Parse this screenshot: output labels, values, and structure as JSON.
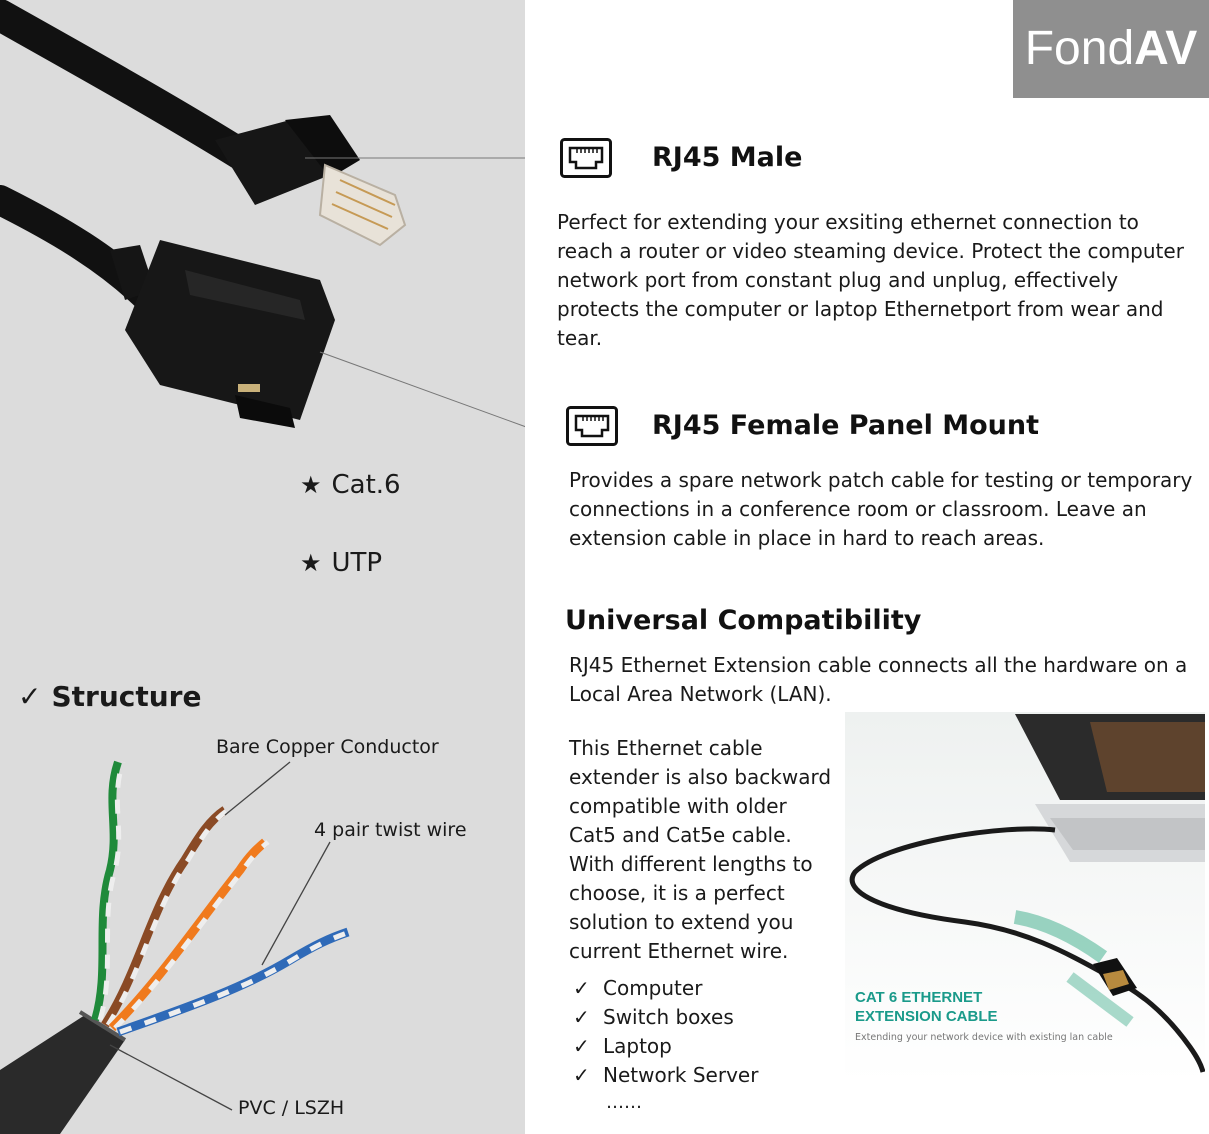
{
  "brand": {
    "part1": "Fond",
    "part2": "AV",
    "bg_color": "#8f8f8f"
  },
  "left_bg_color": "#dcdcdc",
  "specs": [
    {
      "icon": "star-icon",
      "label": "Cat.6"
    },
    {
      "icon": "star-icon",
      "label": "UTP"
    }
  ],
  "structure": {
    "check": "✓",
    "title": "Structure",
    "labels": {
      "conductor": "Bare Copper Conductor",
      "twist": "4 pair twist wire",
      "jacket": "PVC / LSZH"
    }
  },
  "sections": {
    "male": {
      "icon": "ethernet-port-icon",
      "title": "RJ45 Male",
      "lines": [
        "Perfect  for extending your exsiting ethernet connection to",
        "reach a router or video steaming device. Protect the computer",
        "network port from constant plug and unplug, effectively",
        "protects the computer or laptop Ethernetport from wear and",
        "tear."
      ]
    },
    "female": {
      "icon": "ethernet-port-icon",
      "title": "RJ45 Female Panel Mount",
      "lines": [
        "Provides a spare network patch cable for testing or temporary",
        "connections in a conference room or classroom. Leave an",
        "extension cable in place in hard to reach areas."
      ]
    },
    "compat": {
      "title": "Universal Compatibility",
      "lines": [
        "RJ45 Ethernet Extension cable connects all the hardware on a",
        "Local Area Network (LAN)."
      ]
    },
    "backward": {
      "lines": [
        "This Ethernet cable",
        "extender is also backward",
        "compatible with older",
        "Cat5 and Cat5e cable.",
        "With different lengths to",
        "choose, it is a perfect",
        "solution to extend you",
        "current Ethernet wire."
      ]
    }
  },
  "device_list": {
    "check": "✓",
    "items": [
      "Computer",
      "Switch boxes",
      "Laptop",
      "Network Server"
    ],
    "more": "……"
  },
  "product_image": {
    "title_line1": "CAT 6 ETHERNET",
    "title_line2": "EXTENSION CABLE",
    "subtitle": "Extending your network device with existing lan cable",
    "accent_color": "#1a9a8a"
  }
}
